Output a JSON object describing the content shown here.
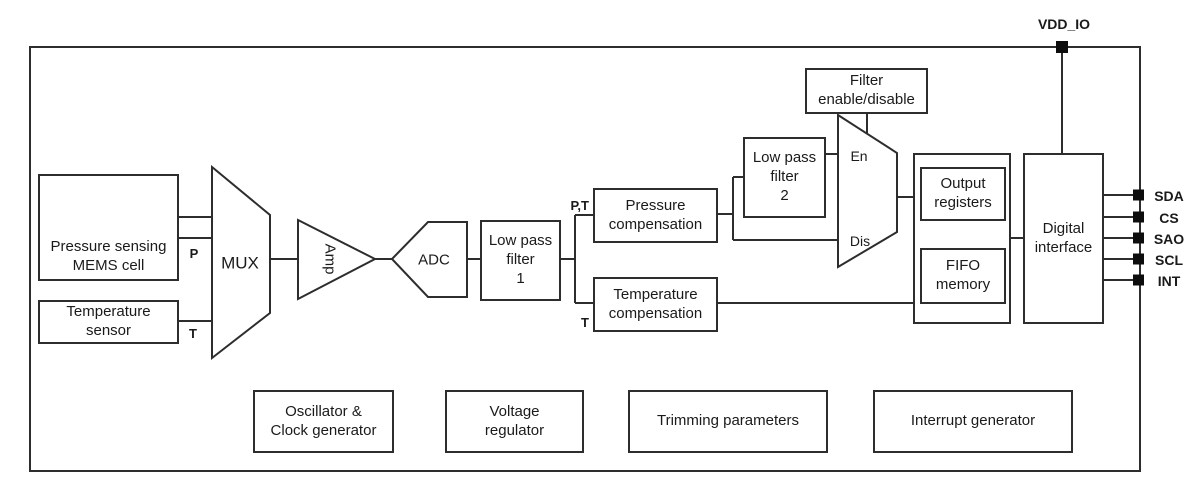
{
  "blocks": {
    "mems_cell": "Pressure sensing\nMEMS cell",
    "temp_sensor": "Temperature\nsensor",
    "lpf1": "Low pass\nfilter\n1",
    "pressure_comp": "Pressure\ncompensation",
    "temp_comp": "Temperature\ncompensation",
    "filter_enable": "Filter\nenable/disable",
    "lpf2": "Low pass\nfilter\n2",
    "output_registers": "Output\nregisters",
    "fifo_memory": "FIFO\nmemory",
    "digital_interface": "Digital\ninterface",
    "oscillator": "Oscillator &\nClock generator",
    "voltage_regulator": "Voltage\nregulator",
    "trimming": "Trimming parameters",
    "interrupt_generator": "Interrupt generator"
  },
  "shape_labels": {
    "mux": "MUX",
    "amp": "Amp",
    "adc": "ADC",
    "filter_mux_enable": "En",
    "filter_mux_disable": "Dis"
  },
  "signal_labels": {
    "p": "P",
    "t": "T",
    "pt": "P,T",
    "t_mid": "T"
  },
  "pins": {
    "top": "VDD_IO",
    "right": [
      "SDA",
      "CS",
      "SAO",
      "SCL",
      "INT"
    ]
  },
  "icons": {
    "bridge": "wheatstone-bridge-icon"
  },
  "colors": {
    "line": "#2d2d2d",
    "text": "#1a1a1a",
    "pad": "#0d0d0d",
    "background": "#ffffff"
  }
}
